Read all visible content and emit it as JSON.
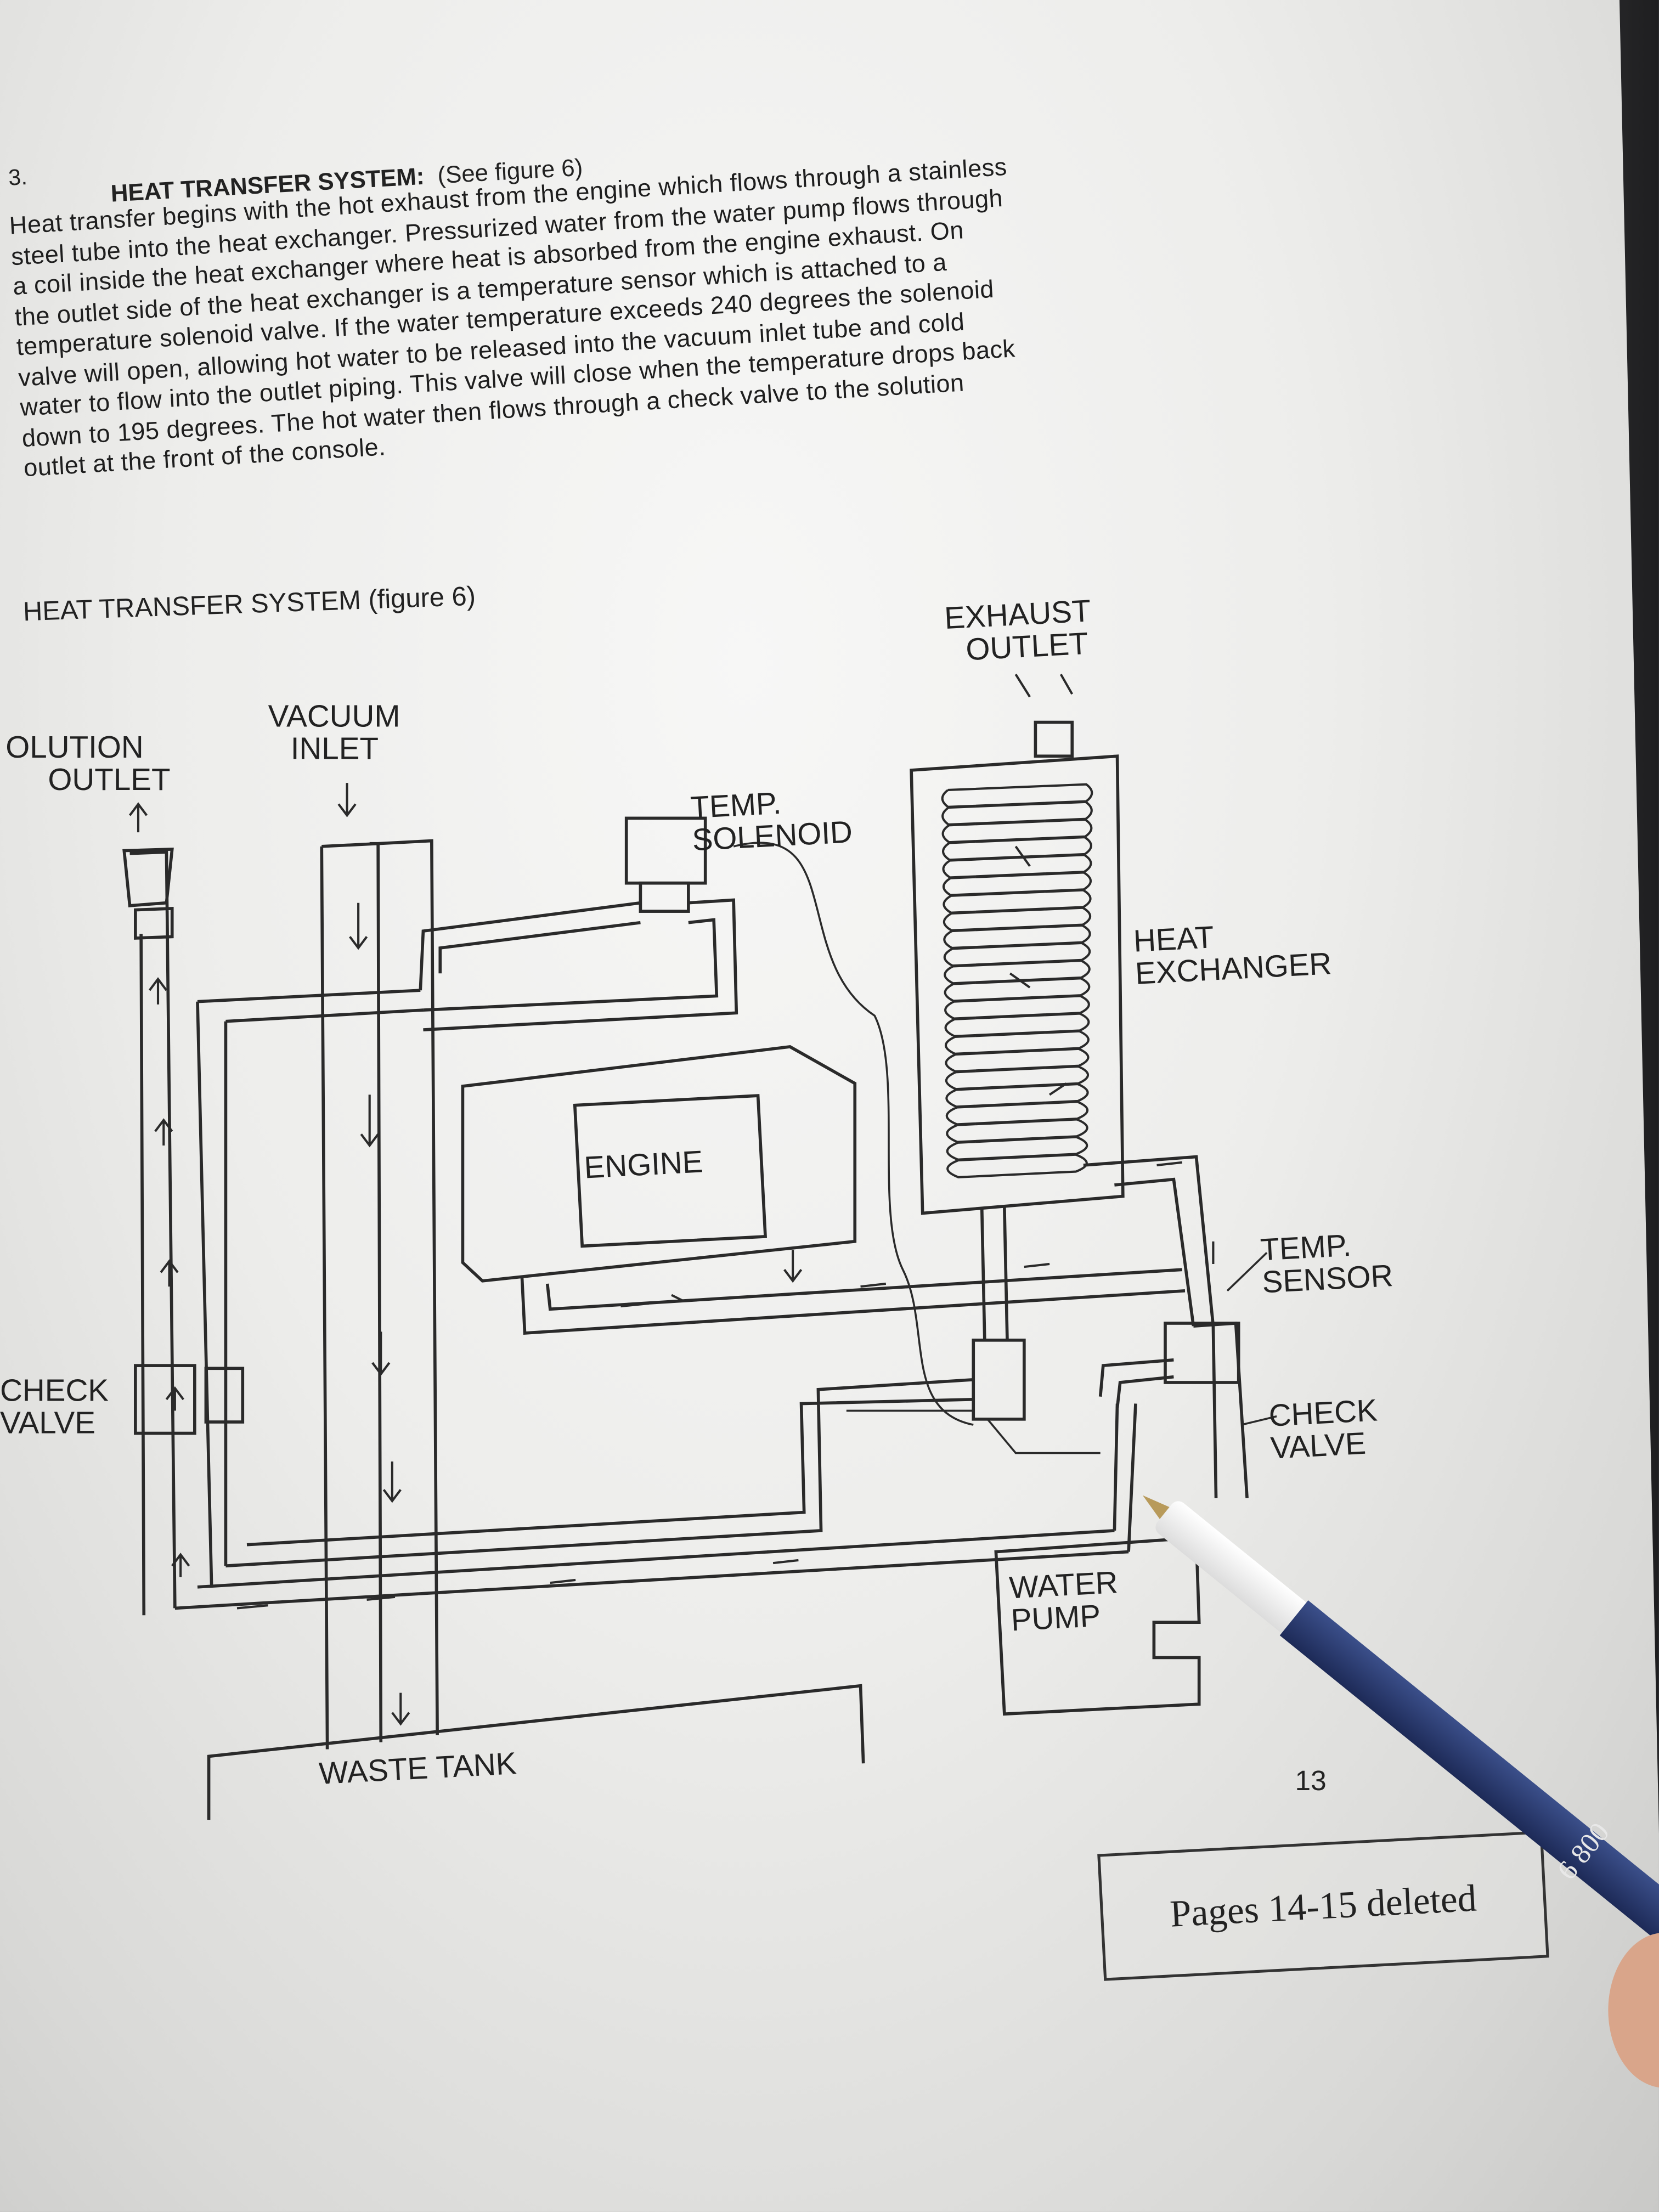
{
  "section": {
    "number": "3.",
    "heading": "HEAT TRANSFER SYSTEM:",
    "heading_ref": "(See figure 6)"
  },
  "paragraph": [
    "Heat transfer begins with the hot exhaust from the engine which flows through a stainless",
    "steel tube into the heat exchanger.  Pressurized water from the water pump flows through",
    "a coil inside the heat exchanger where heat is absorbed from the engine exhaust.  On",
    "the outlet side of the heat exchanger is a temperature sensor which is attached to a",
    "temperature solenoid valve.  If the water temperature exceeds 240 degrees the solenoid",
    "valve will open, allowing hot water to be released into the vacuum inlet tube and cold",
    "water to flow into the outlet piping.  This valve will close when the temperature drops back",
    "down to 195 degrees.  The hot water then flows through a check valve to the solution",
    "outlet at the front of the console."
  ],
  "figure": {
    "title": "HEAT TRANSFER SYSTEM (figure 6)",
    "labels": {
      "exhaust_outlet": [
        "EXHAUST",
        "OUTLET"
      ],
      "solution_outlet": [
        "OLUTION",
        "OUTLET"
      ],
      "vacuum_inlet": [
        "VACUUM",
        "INLET"
      ],
      "temp_solenoid": [
        "TEMP.",
        "SOLENOID"
      ],
      "heat_exchanger": [
        "HEAT",
        "EXCHANGER"
      ],
      "engine": "ENGINE",
      "temp_sensor": [
        "TEMP.",
        "SENSOR"
      ],
      "check_valve_left": [
        "CHECK",
        "VALVE"
      ],
      "check_valve_right": [
        "CHECK",
        "VALVE"
      ],
      "water_pump": [
        "WATER",
        "PUMP"
      ],
      "waste_tank": "WASTE TANK"
    }
  },
  "page_number": "13",
  "stamp": "Pages 14-15 deleted",
  "pencil_print": "6 800"
}
